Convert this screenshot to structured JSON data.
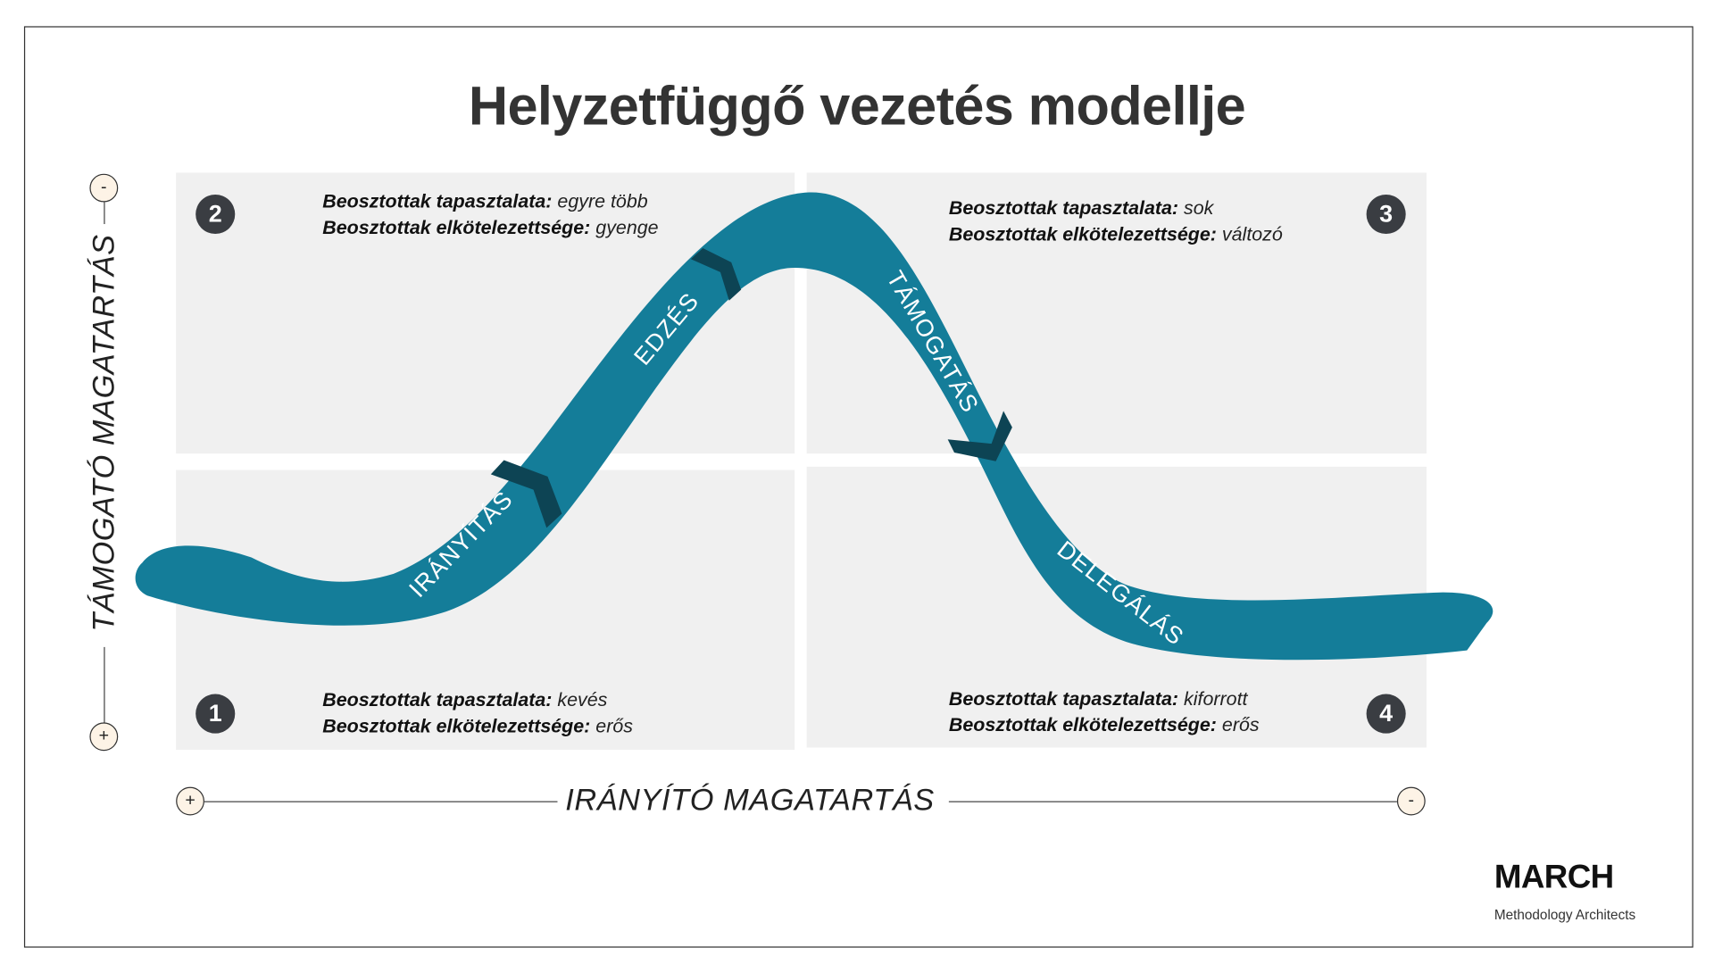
{
  "title": "Helyzetfüggő vezetés modellje",
  "colors": {
    "ribbon": "#147d99",
    "chevron": "#0d4454",
    "quadrant": "#f0f0f0",
    "badge": "#3a3d42",
    "axis_marker": "#fdf3e6"
  },
  "quadrants": [
    {
      "number": "1",
      "experience_label": "Beosztottak tapasztalata:",
      "experience_value": "kevés",
      "commitment_label": "Beosztottak elkötelezettsége:",
      "commitment_value": "erős"
    },
    {
      "number": "2",
      "experience_label": "Beosztottak tapasztalata:",
      "experience_value": "egyre több",
      "commitment_label": "Beosztottak elkötelezettsége:",
      "commitment_value": "gyenge"
    },
    {
      "number": "3",
      "experience_label": "Beosztottak tapasztalata:",
      "experience_value": "sok",
      "commitment_label": "Beosztottak elkötelezettsége:",
      "commitment_value": "változó"
    },
    {
      "number": "4",
      "experience_label": "Beosztottak tapasztalata:",
      "experience_value": "kiforrott",
      "commitment_label": "Beosztottak elkötelezettsége:",
      "commitment_value": "erős"
    }
  ],
  "stages": [
    "IRÁNYÍTÁS",
    "EDZÉS",
    "TÁMOGATÁS",
    "DELEGÁLÁS"
  ],
  "axes": {
    "y_label": "TÁMOGATÓ MAGATARTÁS",
    "y_top": "-",
    "y_bottom": "+",
    "x_label": "IRÁNYÍTÓ MAGATARTÁS",
    "x_left": "+",
    "x_right": "-"
  },
  "logo": {
    "name": "MARCH",
    "tagline": "Methodology Architects"
  }
}
